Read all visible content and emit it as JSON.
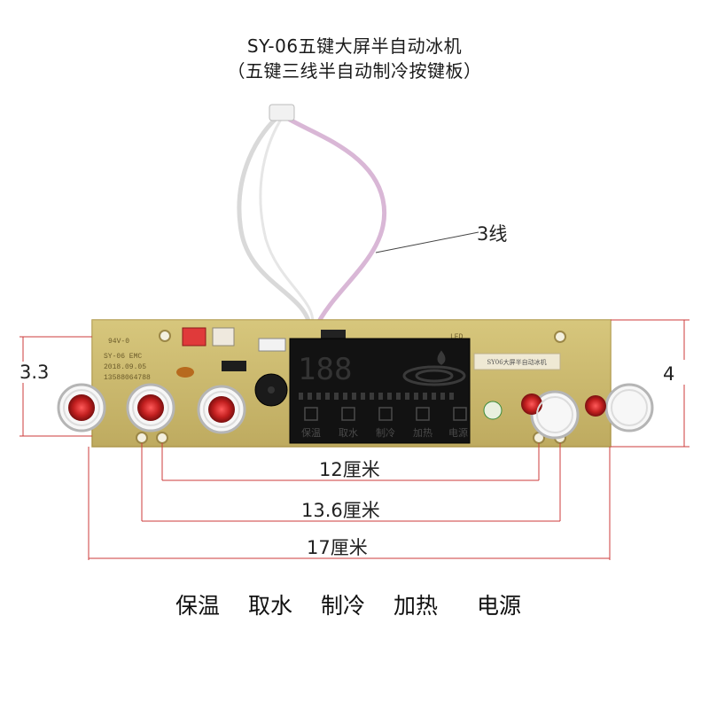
{
  "title": {
    "line1": "SY-06五键大屏半自动冰机",
    "line2": "（五键三线半自动制冷按键板）"
  },
  "wire_label": "3线",
  "dimensions": {
    "height_left": "3.3",
    "height_right": "4",
    "width_12": "12厘米",
    "width_136": "13.6厘米",
    "width_17": "17厘米"
  },
  "board": {
    "silk_lines": [
      "94V-0",
      "SY-06 EMC",
      "2018.09.05",
      "13588064788"
    ],
    "sticker": "SY06大屏半自动冰机",
    "led_label": "LED",
    "display_digits": "188",
    "lcd_button_labels": [
      "保温",
      "取水",
      "制冷",
      "加热",
      "电源"
    ]
  },
  "button_legend": [
    "保温",
    "取水",
    "制冷",
    "加热",
    "电源"
  ],
  "colors": {
    "pcb": "#cdbb6e",
    "pcb_dark": "#b9a45a",
    "dimension_line": "#cc3b3b",
    "lcd": "#121212"
  }
}
